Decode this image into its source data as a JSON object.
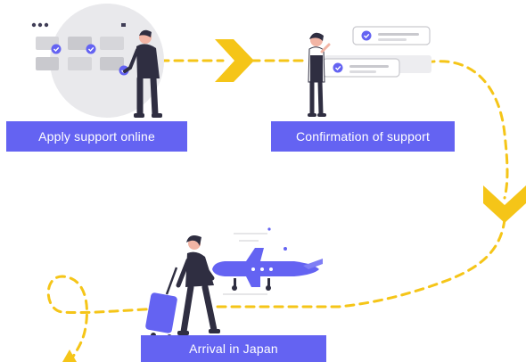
{
  "steps": [
    {
      "label": "Apply support online"
    },
    {
      "label": "Confirmation of support"
    },
    {
      "label": "Arrival in Japan"
    }
  ],
  "colors": {
    "accent": "#6463f2",
    "path": "#f5c518",
    "ink": "#2f2e41",
    "light": "#e6e6e6"
  },
  "icons": [
    "check-circle-icon",
    "chevron-right-arrow-icon",
    "chevron-down-arrow-icon",
    "airplane-icon",
    "suitcase-icon"
  ]
}
